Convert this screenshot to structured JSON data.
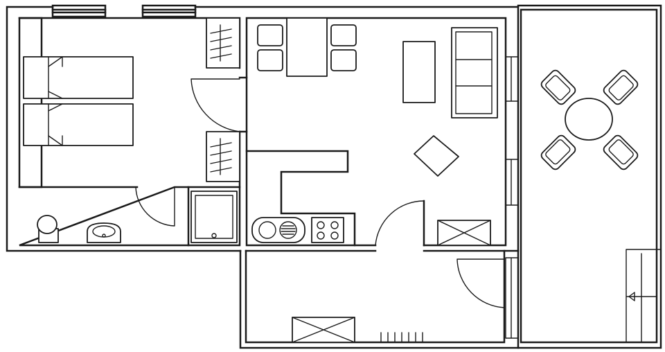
{
  "diagram": {
    "type": "floor-plan",
    "rooms": [
      "bedroom",
      "bathroom",
      "living-room",
      "kitchen",
      "hallway",
      "balcony"
    ],
    "furniture": [
      "double-bed",
      "wardrobe",
      "bathtub",
      "toilet",
      "sink",
      "dining-table",
      "chair",
      "sofa",
      "coffee-table",
      "armchair",
      "kitchen-sink",
      "cooktop",
      "storage-cabinet",
      "radiator",
      "round-table"
    ],
    "colors": {
      "stroke": "#1a1a1a",
      "background": "#ffffff"
    }
  }
}
